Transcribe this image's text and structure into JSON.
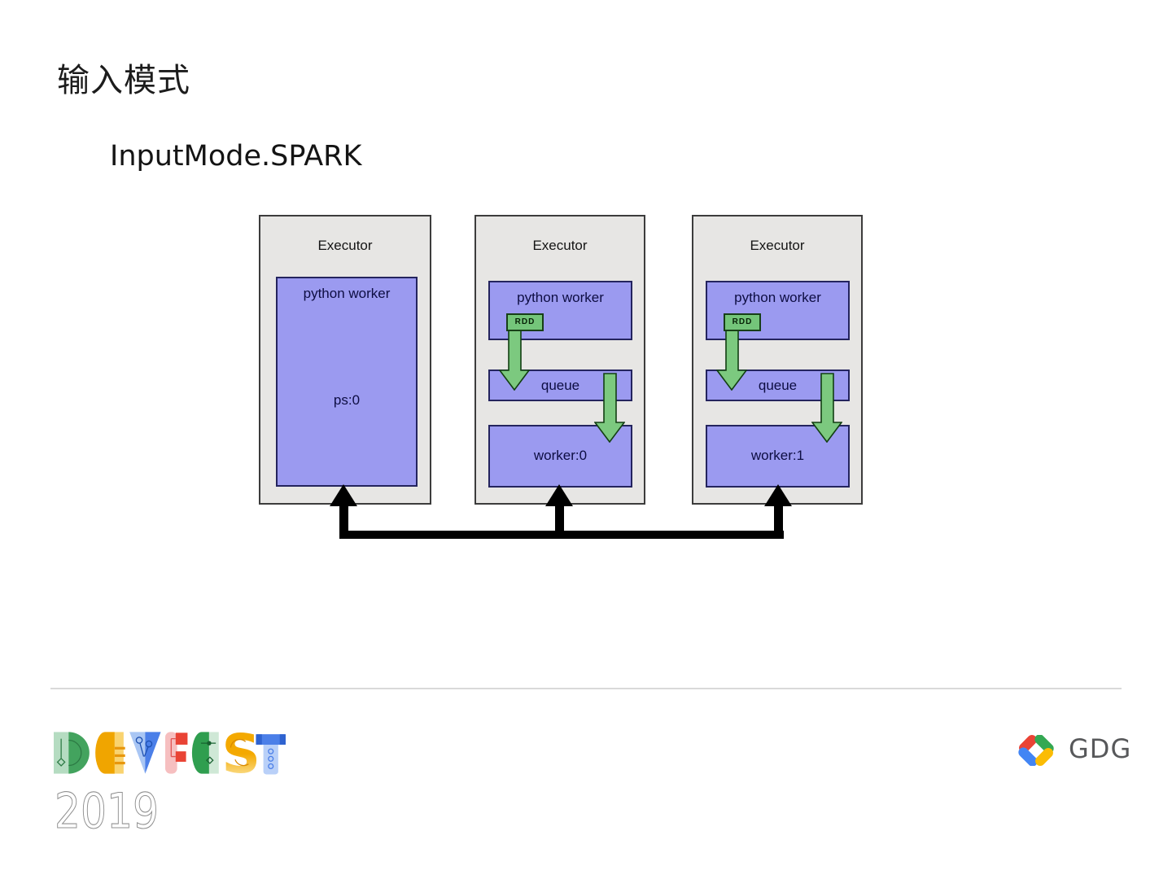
{
  "slide": {
    "title": "输入模式",
    "subtitle": "InputMode.SPARK"
  },
  "diagram": {
    "executors": [
      {
        "title": "Executor",
        "worker_title": "python worker",
        "center_label": "ps:0"
      },
      {
        "title": "Executor",
        "worker_title": "python worker",
        "rdd_label": "RDD",
        "queue_label": "queue",
        "worker_label": "worker:0"
      },
      {
        "title": "Executor",
        "worker_title": "python worker",
        "rdd_label": "RDD",
        "queue_label": "queue",
        "worker_label": "worker:1"
      }
    ],
    "colors": {
      "executor_bg": "#e7e6e4",
      "box_purple": "#9b9af0",
      "green_fill": "#7cc97f",
      "rdd_bg": "#74c57a",
      "connector_black": "#000000"
    }
  },
  "footer": {
    "devfest_wordmark": "DEVFEST",
    "year": "2019",
    "gdg_label": "GDG",
    "brand_colors": {
      "red": "#ea4335",
      "blue": "#4285f4",
      "green": "#34a853",
      "yellow": "#fbbc04"
    }
  }
}
